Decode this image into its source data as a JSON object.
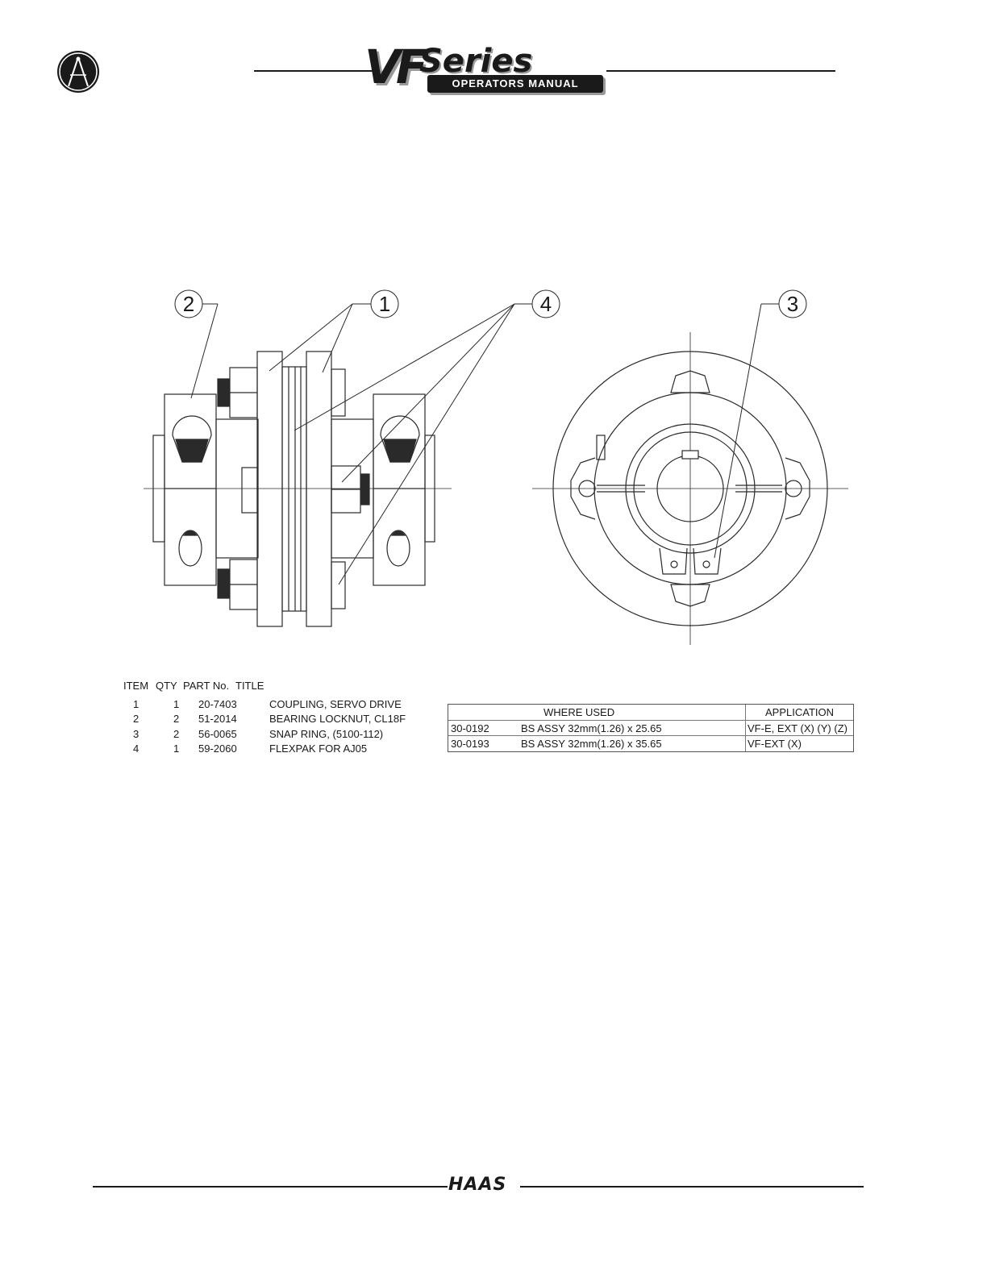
{
  "header": {
    "brand_vf": "VF",
    "brand_series": "Series",
    "brand_manual": "OPERATORS MANUAL"
  },
  "callouts": [
    "2",
    "1",
    "4",
    "3"
  ],
  "parts_list": {
    "headers": [
      "ITEM",
      "QTY",
      "PART No.",
      "TITLE"
    ],
    "rows": [
      {
        "item": "1",
        "qty": "1",
        "part": "20-7403",
        "title": "COUPLING, SERVO DRIVE"
      },
      {
        "item": "2",
        "qty": "2",
        "part": "51-2014",
        "title": "BEARING LOCKNUT, CL18F"
      },
      {
        "item": "3",
        "qty": "2",
        "part": "56-0065",
        "title": "SNAP RING, (5100-112)"
      },
      {
        "item": "4",
        "qty": "1",
        "part": "59-2060",
        "title": "FLEXPAK FOR AJ05"
      }
    ]
  },
  "where_used": {
    "headers": [
      "WHERE USED",
      "APPLICATION"
    ],
    "rows": [
      {
        "number": "30-0192",
        "description": "BS ASSY 32mm(1.26) x 25.65",
        "application": "VF-E, EXT (X) (Y) (Z)"
      },
      {
        "number": "30-0193",
        "description": "BS ASSY 32mm(1.26) x 35.65",
        "application": "VF-EXT (X)"
      }
    ]
  },
  "footer": {
    "brand": "HAAS"
  }
}
